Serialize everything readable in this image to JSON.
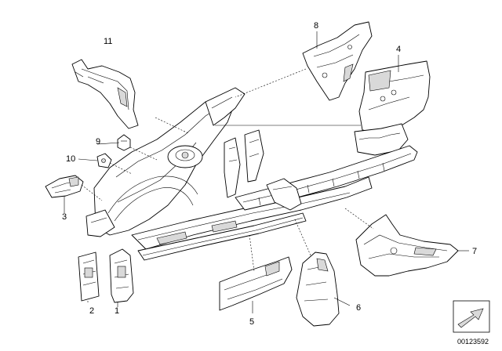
{
  "callouts": {
    "c1": "1",
    "c2": "2",
    "c3": "3",
    "c4": "4",
    "c5": "5",
    "c6": "6",
    "c7": "7",
    "c8": "8",
    "c9": "9",
    "c10": "10",
    "c11": "11"
  },
  "diagram_id": "00123592"
}
